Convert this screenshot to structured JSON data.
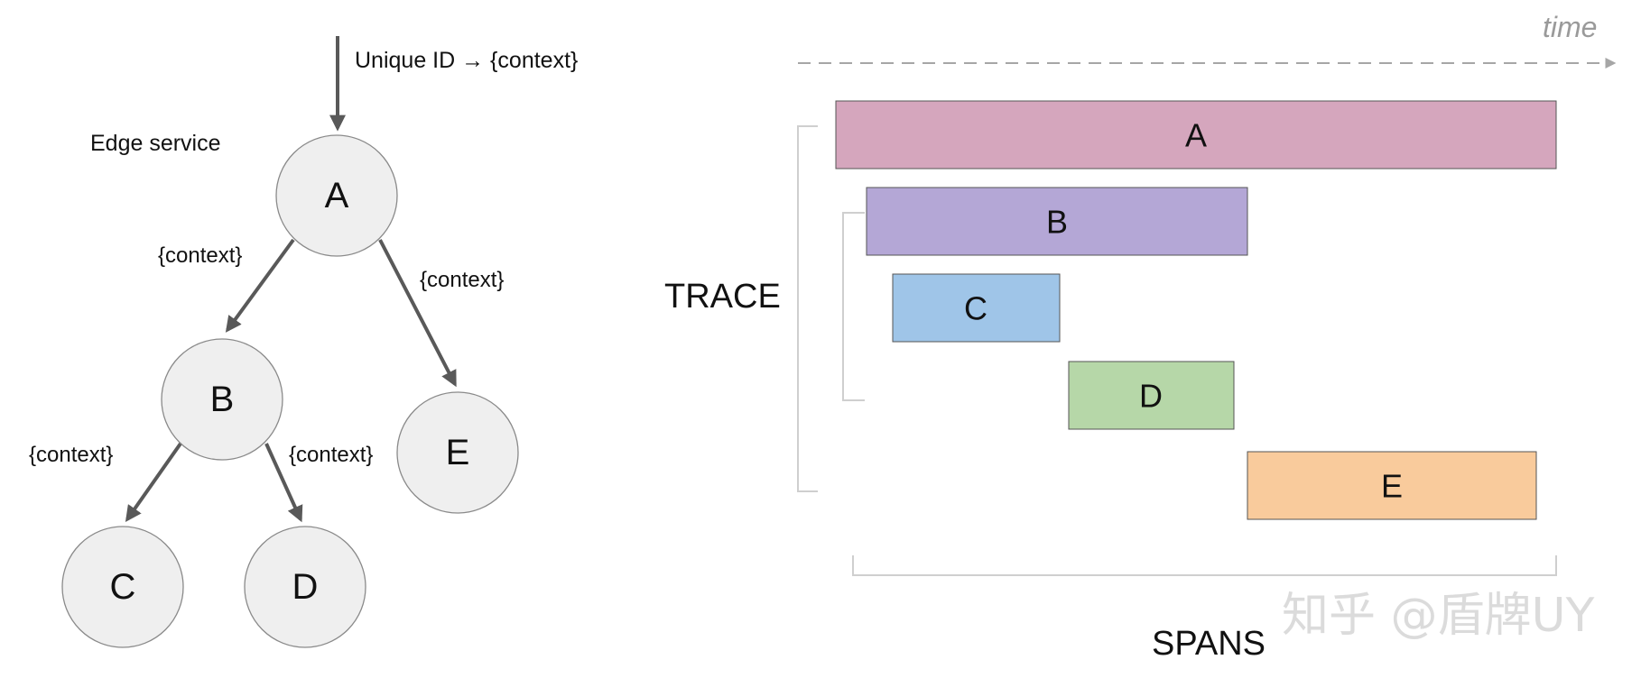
{
  "tree": {
    "entry_label": "Unique ID → {context}",
    "edge_service_label": "Edge service",
    "nodes": [
      {
        "id": "A",
        "label": "A"
      },
      {
        "id": "B",
        "label": "B"
      },
      {
        "id": "C",
        "label": "C"
      },
      {
        "id": "D",
        "label": "D"
      },
      {
        "id": "E",
        "label": "E"
      }
    ],
    "edge_labels": {
      "a_b": "{context}",
      "a_e": "{context}",
      "b_c": "{context}",
      "b_d": "{context}"
    }
  },
  "timeline": {
    "time_label": "time",
    "trace_label": "TRACE",
    "spans_label": "SPANS",
    "spans": [
      {
        "label": "A",
        "color": "#d5a6bd"
      },
      {
        "label": "B",
        "color": "#b4a7d6"
      },
      {
        "label": "C",
        "color": "#9fc5e8"
      },
      {
        "label": "D",
        "color": "#b6d7a8"
      },
      {
        "label": "E",
        "color": "#f9cb9c"
      }
    ]
  },
  "watermark": {
    "text": "知乎 @盾牌UY"
  }
}
